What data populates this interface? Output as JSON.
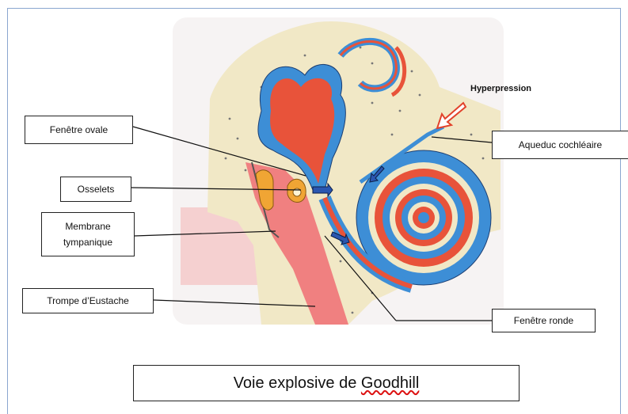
{
  "labels": {
    "fenetre_ovale": "Fenêtre ovale",
    "osselets": "Osselets",
    "membrane_tympanique_1": "Membrane",
    "membrane_tympanique_2": "tympanique",
    "trompe_eustache": "Trompe d’Eustache",
    "aqueduc_cochleaire": "Aqueduc cochléaire",
    "fenetre_ronde": "Fenêtre ronde",
    "hyperpression": "Hyperpression"
  },
  "title": {
    "prefix": "Voie explosive de ",
    "word": "Goodhill"
  },
  "colors": {
    "perilymph_blue": "#3d8ed6",
    "endolymph_red": "#e8533a",
    "bone": "#f1e8c6",
    "soft_tissue": "#f3c9c9",
    "ossicle_orange": "#f0a534",
    "pressure_arrow": "#e2422b",
    "frame": "#8aa6cf"
  },
  "icons": [
    "pressure-arrow-icon",
    "flow-arrow-icon"
  ]
}
